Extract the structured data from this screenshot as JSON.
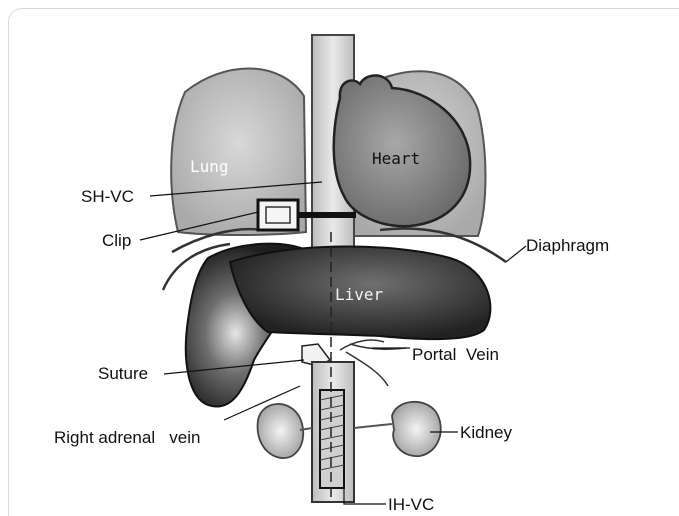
{
  "diagram": {
    "labels": {
      "lung": "Lung",
      "heart": "Heart",
      "liver": "Liver",
      "sh_vc": "SH-VC",
      "clip": "Clip",
      "diaphragm": "Diaphragm",
      "suture": "Suture",
      "portal_vein": "Portal  Vein",
      "right_adrenal_vein": "Right adrenal   vein",
      "kidney": "Kidney",
      "ih_vc": "IH-VC"
    }
  }
}
